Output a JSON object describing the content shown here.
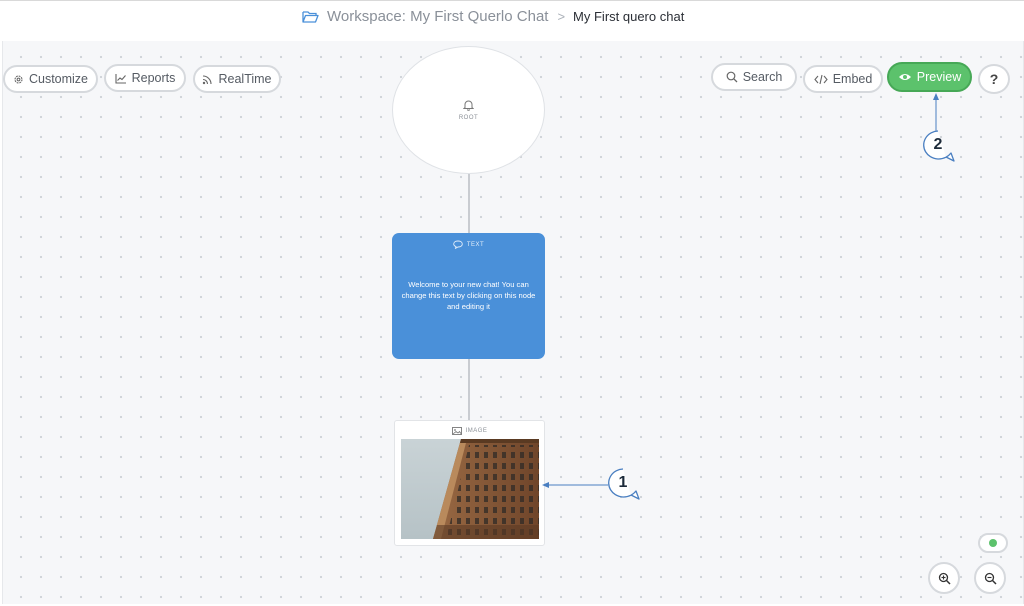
{
  "header": {
    "workspace_label": "Workspace: My First Querlo Chat",
    "separator": ">",
    "chat_name": "My First quero chat"
  },
  "toolbar_left": {
    "customize": "Customize",
    "reports": "Reports",
    "realtime": "RealTime"
  },
  "toolbar_right": {
    "search": "Search",
    "embed": "Embed",
    "preview": "Preview",
    "help": "?"
  },
  "nodes": {
    "root": {
      "label": "ROOT",
      "icon": "bell-icon"
    },
    "text": {
      "label": "TEXT",
      "icon": "speech-bubble-icon",
      "body": "Welcome to your new chat! You can change this text by clicking on this node and editing it"
    },
    "image": {
      "label": "IMAGE",
      "icon": "image-icon"
    }
  },
  "callouts": {
    "one": "1",
    "two": "2"
  },
  "colors": {
    "preview_green": "#5cc26c",
    "text_node_blue": "#4a90d9",
    "annotation_blue": "#4a7fc1",
    "status_green": "#5cc26c"
  }
}
